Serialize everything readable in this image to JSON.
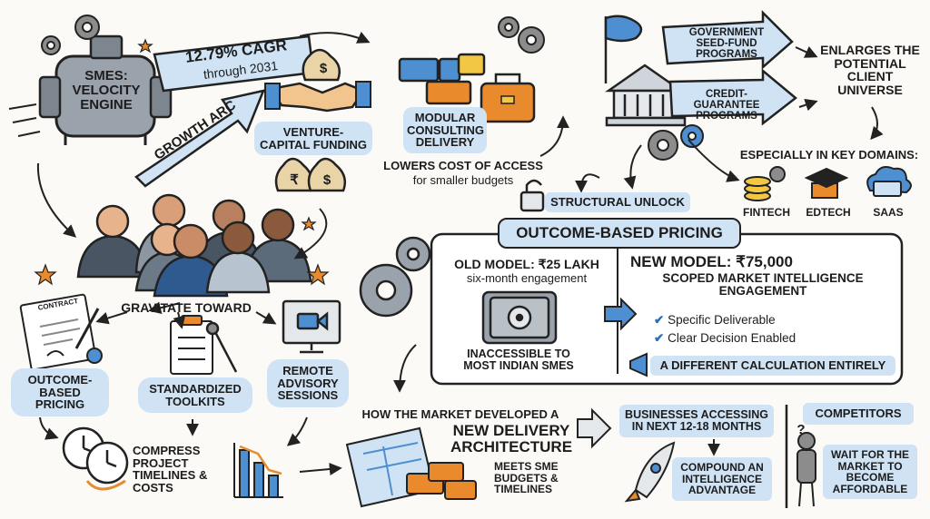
{
  "engine": {
    "label": "SMEs: VELOCITY ENGINE",
    "cagr": "12.79% CAGR",
    "cagr_sub": "through 2031",
    "arc": "GROWTH ARC"
  },
  "funding": {
    "vc": "VENTURE-CAPITAL FUNDING",
    "modular": "MODULAR CONSULTING DELIVERY",
    "lowers": "LOWERS COST OF ACCESS",
    "lowers_sub": "for smaller budgets",
    "rupee": "₹",
    "dollar": "$"
  },
  "government": {
    "seed": "GOVERNMENT SEED-FUND PROGRAMS",
    "credit": "CREDIT-GUARANTEE PROGRAMS",
    "enlarges": "ENLARGES THE POTENTIAL CLIENT UNIVERSE",
    "domains_title": "ESPECIALLY IN KEY DOMAINS:",
    "domains": [
      "FINTECH",
      "EDTECH",
      "SAAS"
    ]
  },
  "unlock": {
    "label": "STRUCTURAL UNLOCK",
    "pricing_title": "OUTCOME-BASED PRICING"
  },
  "old_model": {
    "title": "OLD MODEL: ₹25 LAKH",
    "sub": "six-month engagement",
    "note": "INACCESSIBLE TO MOST INDIAN SMEs"
  },
  "new_model": {
    "title": "NEW MODEL: ₹75,000",
    "sub": "SCOPED MARKET INTELLIGENCE ENGAGEMENT",
    "checks": [
      "Specific Deliverable",
      "Clear Decision Enabled"
    ],
    "calc": "A DIFFERENT CALCULATION ENTIRELY"
  },
  "gravitate": {
    "title": "GRAVITATE TOWARD",
    "contract": "CONTRACT",
    "outcome": "OUTCOME-BASED PRICING",
    "toolkits": "STANDARDIZED TOOLKITS",
    "remote": "REMOTE ADVISORY SESSIONS",
    "compress": "COMPRESS PROJECT TIMELINES & COSTS"
  },
  "architecture": {
    "lead": "HOW THE MARKET DEVELOPED A",
    "title": "NEW DELIVERY ARCHITECTURE",
    "sub": "MEETS SME BUDGETS & TIMELINES"
  },
  "outcomes": {
    "accessing": "BUSINESSES ACCESSING IN NEXT 12-18 MONTHS",
    "compound": "COMPOUND AN INTELLIGENCE ADVANTAGE",
    "competitors": "COMPETITORS",
    "wait": "WAIT FOR THE MARKET TO BECOME AFFORDABLE",
    "question": "?"
  },
  "colors": {
    "blue_light": "#cfe3f5",
    "blue": "#4d8fd1",
    "orange": "#e98a2c",
    "yellow": "#f2c744",
    "gray": "#8c8c8c"
  }
}
